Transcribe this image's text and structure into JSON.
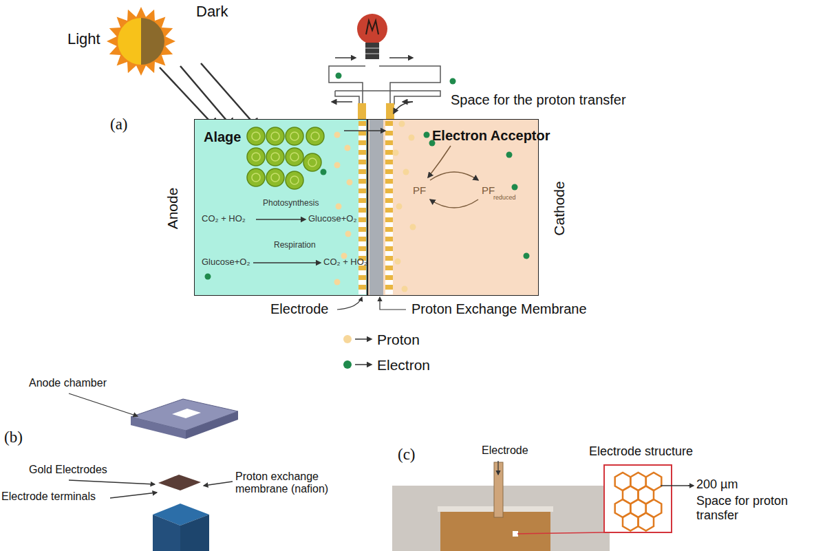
{
  "diagram": {
    "nodes": [
      {
        "text": [
          "Anode"
        ]
      },
      {
        "text": [
          "Cathode"
        ]
      }
    ],
    "labels": [
      "Light",
      "Dark",
      "(a)",
      "Space for the proton transfer",
      "Electron Acceptor",
      "Alage",
      "Photosynthesis",
      "CO₂ + HO₂",
      "Glucose+O₂",
      "Respiration",
      "Glucose+O₂",
      "CO₂ + HO₂",
      "PF",
      "PF",
      "reduced",
      "Electrode",
      "Proton Exchange Membrane",
      "(b)",
      "Anode chamber",
      "Gold Electrodes",
      "Electrode terminals",
      "Proton exchange membrane (nafion)",
      "(c)",
      "Electrode",
      "Electrode structure",
      "200 µm",
      "Space for proton transfer"
    ],
    "legend": [
      {
        "text": "Proton",
        "color": "#f7d79a"
      },
      {
        "text": "Electron",
        "color": "#1f8a4c"
      }
    ]
  }
}
